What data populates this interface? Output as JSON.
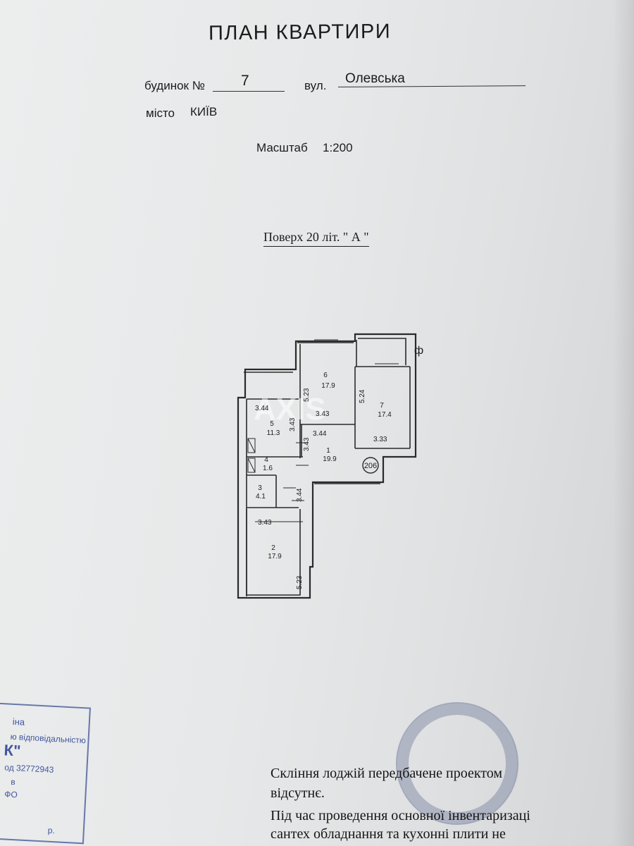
{
  "document": {
    "title": "ПЛАН  КВАРТИРИ",
    "house_label": "будинок №",
    "house_number": "7",
    "street_label": "вул.",
    "street": "Олевська",
    "city_label": "місто",
    "city": "КИЇВ",
    "scale_label": "Масштаб",
    "scale": "1:200",
    "floor_line": "Поверх  20  літ. \" А \""
  },
  "plan": {
    "apartment_number": "206",
    "orientation_mark": "ф",
    "watermark": "AXIS",
    "rooms": [
      {
        "id": "1",
        "area": "19.9"
      },
      {
        "id": "2",
        "area": "17.9"
      },
      {
        "id": "3",
        "area": "4.1"
      },
      {
        "id": "4",
        "area": "1.6"
      },
      {
        "id": "5",
        "area": "11.3"
      },
      {
        "id": "6",
        "area": "17.9"
      },
      {
        "id": "7",
        "area": "17.4"
      }
    ],
    "dimensions": [
      "3.44",
      "3.43",
      "5.23",
      "3.43",
      "3.44",
      "3.43",
      "5.24",
      "3.33",
      "3.44",
      "3.43",
      "5.23"
    ]
  },
  "notes": {
    "line1": "Скління лоджій передбачене проектом",
    "line2": "відсутнє.",
    "line3": "Під час проведення основної інвентаризаці",
    "line4": "сантех обладнання та кухонні плити не"
  },
  "stamp_left": {
    "l1": "іна",
    "l2": "ю відповідальністю",
    "l3": "К\"",
    "l4": "од 32772943",
    "l5": "в",
    "l6": "ФО",
    "l7": "р."
  }
}
